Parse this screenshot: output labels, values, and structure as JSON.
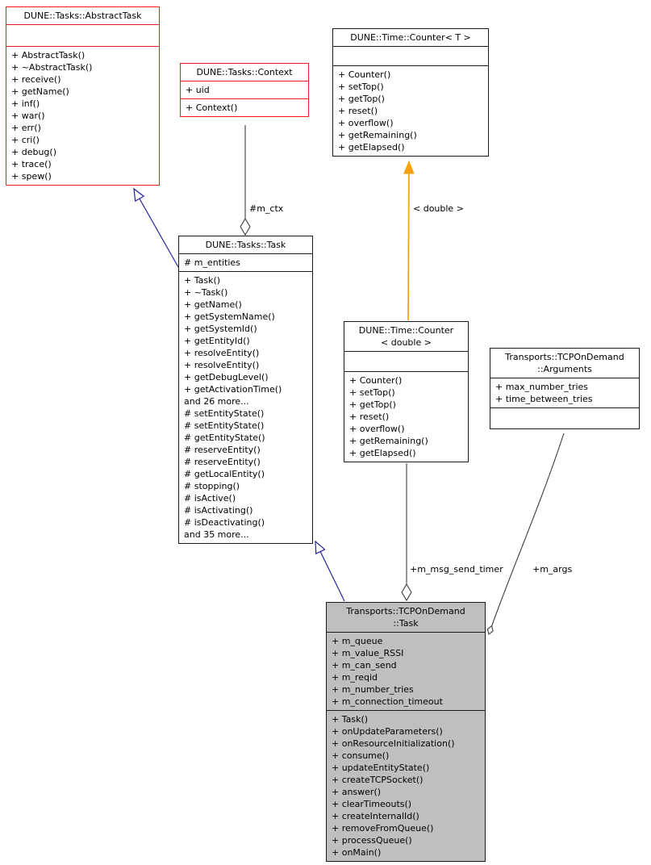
{
  "diagram": {
    "type": "uml-collaboration-diagram",
    "classes": [
      {
        "id": "abstract-task",
        "style": "red",
        "title_lines": [
          "DUNE::Tasks::AbstractTask"
        ],
        "attributes": [],
        "methods": [
          "+ AbstractTask()",
          "+ ~AbstractTask()",
          "+ receive()",
          "+ getName()",
          "+ inf()",
          "+ war()",
          "+ err()",
          "+ cri()",
          "+ debug()",
          "+ trace()",
          "+ spew()"
        ]
      },
      {
        "id": "context",
        "style": "red",
        "title_lines": [
          "DUNE::Tasks::Context"
        ],
        "attributes": [
          "+ uid"
        ],
        "methods": [
          "+ Context()"
        ]
      },
      {
        "id": "counter-t",
        "style": "plain",
        "title_lines": [
          "DUNE::Time::Counter< T >"
        ],
        "attributes": [],
        "methods": [
          "+ Counter()",
          "+ setTop()",
          "+ getTop()",
          "+ reset()",
          "+ overflow()",
          "+ getRemaining()",
          "+ getElapsed()"
        ]
      },
      {
        "id": "task",
        "style": "plain",
        "title_lines": [
          "DUNE::Tasks::Task"
        ],
        "attributes": [
          "# m_entities"
        ],
        "methods": [
          "+ Task()",
          "+ ~Task()",
          "+ getName()",
          "+ getSystemName()",
          "+ getSystemId()",
          "+ getEntityId()",
          "+ resolveEntity()",
          "+ resolveEntity()",
          "+ getDebugLevel()",
          "+ getActivationTime()",
          "and 26 more...",
          "# setEntityState()",
          "# setEntityState()",
          "# getEntityState()",
          "# reserveEntity()",
          "# reserveEntity()",
          "# getLocalEntity()",
          "# stopping()",
          "# isActive()",
          "# isActivating()",
          "# isDeactivating()",
          "and 35 more..."
        ]
      },
      {
        "id": "counter-double",
        "style": "plain",
        "title_lines": [
          "DUNE::Time::Counter",
          "< double >"
        ],
        "attributes": [],
        "methods": [
          "+ Counter()",
          "+ setTop()",
          "+ getTop()",
          "+ reset()",
          "+ overflow()",
          "+ getRemaining()",
          "+ getElapsed()"
        ]
      },
      {
        "id": "arguments",
        "style": "plain",
        "title_lines": [
          "Transports::TCPOnDemand",
          "::Arguments"
        ],
        "attributes": [
          "+ max_number_tries",
          "+ time_between_tries"
        ],
        "methods": []
      },
      {
        "id": "tcp-task",
        "style": "gray",
        "title_lines": [
          "Transports::TCPOnDemand",
          "::Task"
        ],
        "attributes": [
          "+ m_queue",
          "+ m_value_RSSI",
          "+ m_can_send",
          "+ m_reqid",
          "+ m_number_tries",
          "+ m_connection_timeout"
        ],
        "methods": [
          "+ Task()",
          "+ onUpdateParameters()",
          "+ onResourceInitialization()",
          "+ consume()",
          "+ updateEntityState()",
          "+ createTCPSocket()",
          "+ answer()",
          "+ clearTimeouts()",
          "+ createInternalId()",
          "+ removeFromQueue()",
          "+ processQueue()",
          "+ onMain()"
        ]
      }
    ],
    "edge_labels": {
      "m_ctx": "#m_ctx",
      "template_arg": "< double >",
      "m_msg_send_timer": "+m_msg_send_timer",
      "m_args": "+m_args"
    },
    "colors": {
      "inheritance_edge": "#24249b",
      "aggregation_edge": "#3c3c3c",
      "template_edge": "#f7a10d",
      "undocumented_class_border": "#fb1a1a",
      "current_class_fill": "#bfbfbf"
    }
  }
}
